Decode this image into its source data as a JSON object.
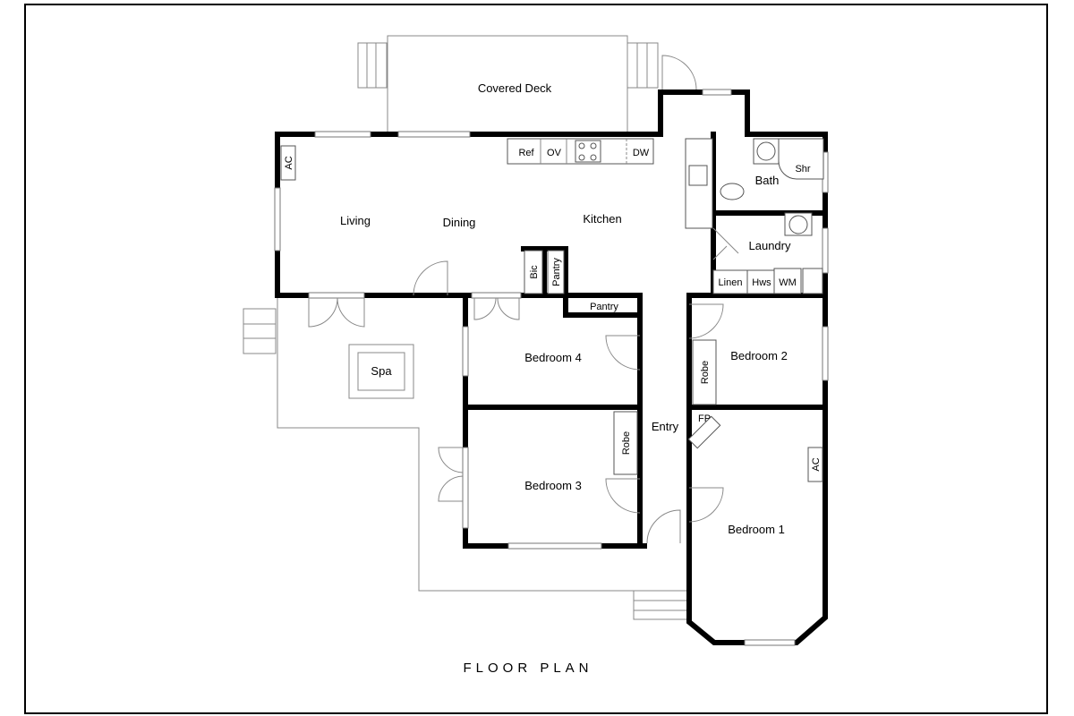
{
  "title": "FLOOR PLAN",
  "rooms": {
    "covered_deck": "Covered Deck",
    "living": "Living",
    "dining": "Dining",
    "kitchen": "Kitchen",
    "bath": "Bath",
    "laundry": "Laundry",
    "bedroom1": "Bedroom 1",
    "bedroom2": "Bedroom 2",
    "bedroom3": "Bedroom 3",
    "bedroom4": "Bedroom 4",
    "entry": "Entry",
    "spa": "Spa"
  },
  "fixtures": {
    "ac_living": "AC",
    "ac_bed1": "AC",
    "ref": "Ref",
    "ov": "OV",
    "dw": "DW",
    "shr": "Shr",
    "bic": "Bic",
    "pantry_small": "Pantry",
    "pantry": "Pantry",
    "linen": "Linen",
    "hws": "Hws",
    "wm": "WM",
    "robe_bed2": "Robe",
    "robe_bed3": "Robe",
    "fp": "FP"
  }
}
